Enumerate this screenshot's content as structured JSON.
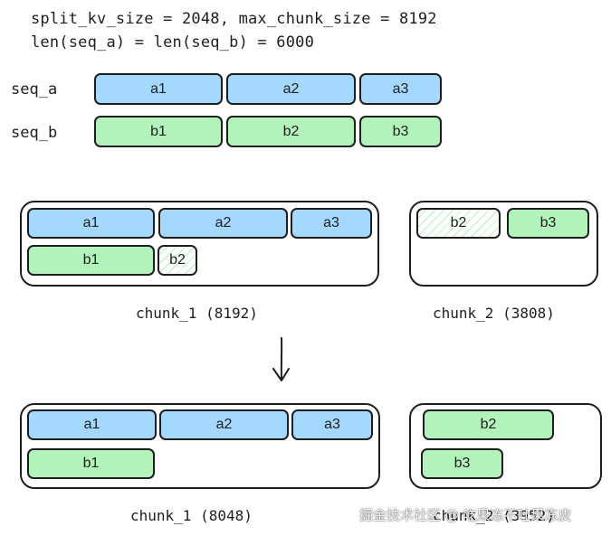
{
  "header": {
    "line1": "split_kv_size = 2048, max_chunk_size = 8192",
    "line2": "len(seq_a) = len(seq_b) = 6000"
  },
  "sequences": {
    "seq_a": {
      "label": "seq_a",
      "blocks": [
        "a1",
        "a2",
        "a3"
      ]
    },
    "seq_b": {
      "label": "seq_b",
      "blocks": [
        "b1",
        "b2",
        "b3"
      ]
    }
  },
  "before": {
    "chunk_1": {
      "label": "chunk_1 (8192)",
      "blocks": [
        "a1",
        "a2",
        "a3",
        "b1",
        "b2"
      ]
    },
    "chunk_2": {
      "label": "chunk_2 (3808)",
      "blocks": [
        "b2",
        "b3"
      ]
    }
  },
  "after": {
    "chunk_1": {
      "label": "chunk_1 (8048)",
      "blocks": [
        "a1",
        "a2",
        "a3",
        "b1"
      ]
    },
    "chunk_2": {
      "label": "chunk_2 (3952)",
      "blocks": [
        "b2",
        "b3"
      ]
    }
  },
  "arrow": {
    "icon": "arrow-down-icon"
  },
  "watermark": "掘金技术社区 @ 吃果冻不吐果冻皮",
  "colors": {
    "blue": "#a5d8ff",
    "green": "#b2f2bb",
    "stroke": "#1e1e1e"
  }
}
